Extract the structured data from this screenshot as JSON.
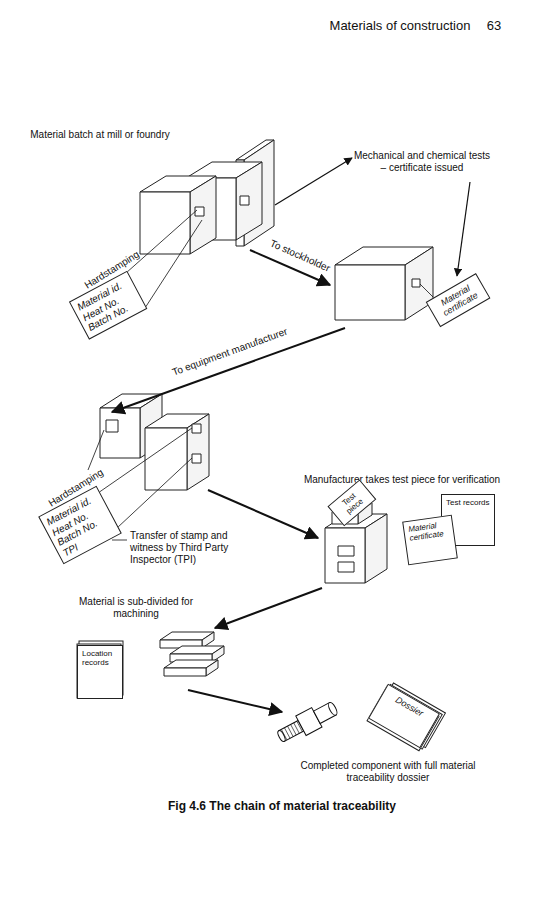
{
  "diagram": {
    "caption": "Fig 4.6 The chain of material traceability",
    "nodes": [
      {
        "text": [
          "Material id. Heat No. Batch No."
        ]
      },
      {
        "text": [
          "Material certificate"
        ]
      },
      {
        "text": [
          "Material id. Heat No. Batch No. TPI"
        ]
      },
      {
        "text": [
          "Test piece"
        ]
      },
      {
        "text": [
          "Test records"
        ]
      },
      {
        "text": [
          "Material certificate"
        ]
      },
      {
        "text": [
          "Location records"
        ]
      },
      {
        "text": [
          "Dossier"
        ]
      }
    ],
    "labels": [
      "Materials of construction",
      "63",
      "Material batch at mill or foundry",
      "Mechanical and chemical tests – certificate issued",
      "Hardstamping",
      "To stockholder",
      "To equipment manufacturer",
      "Hardstamping",
      "Transfer of stamp and witness by Third Party Inspector (TPI)",
      "Manufacturer takes test piece for verification",
      "Material is sub-divided for machining",
      "Completed component with full material traceability dossier"
    ]
  }
}
